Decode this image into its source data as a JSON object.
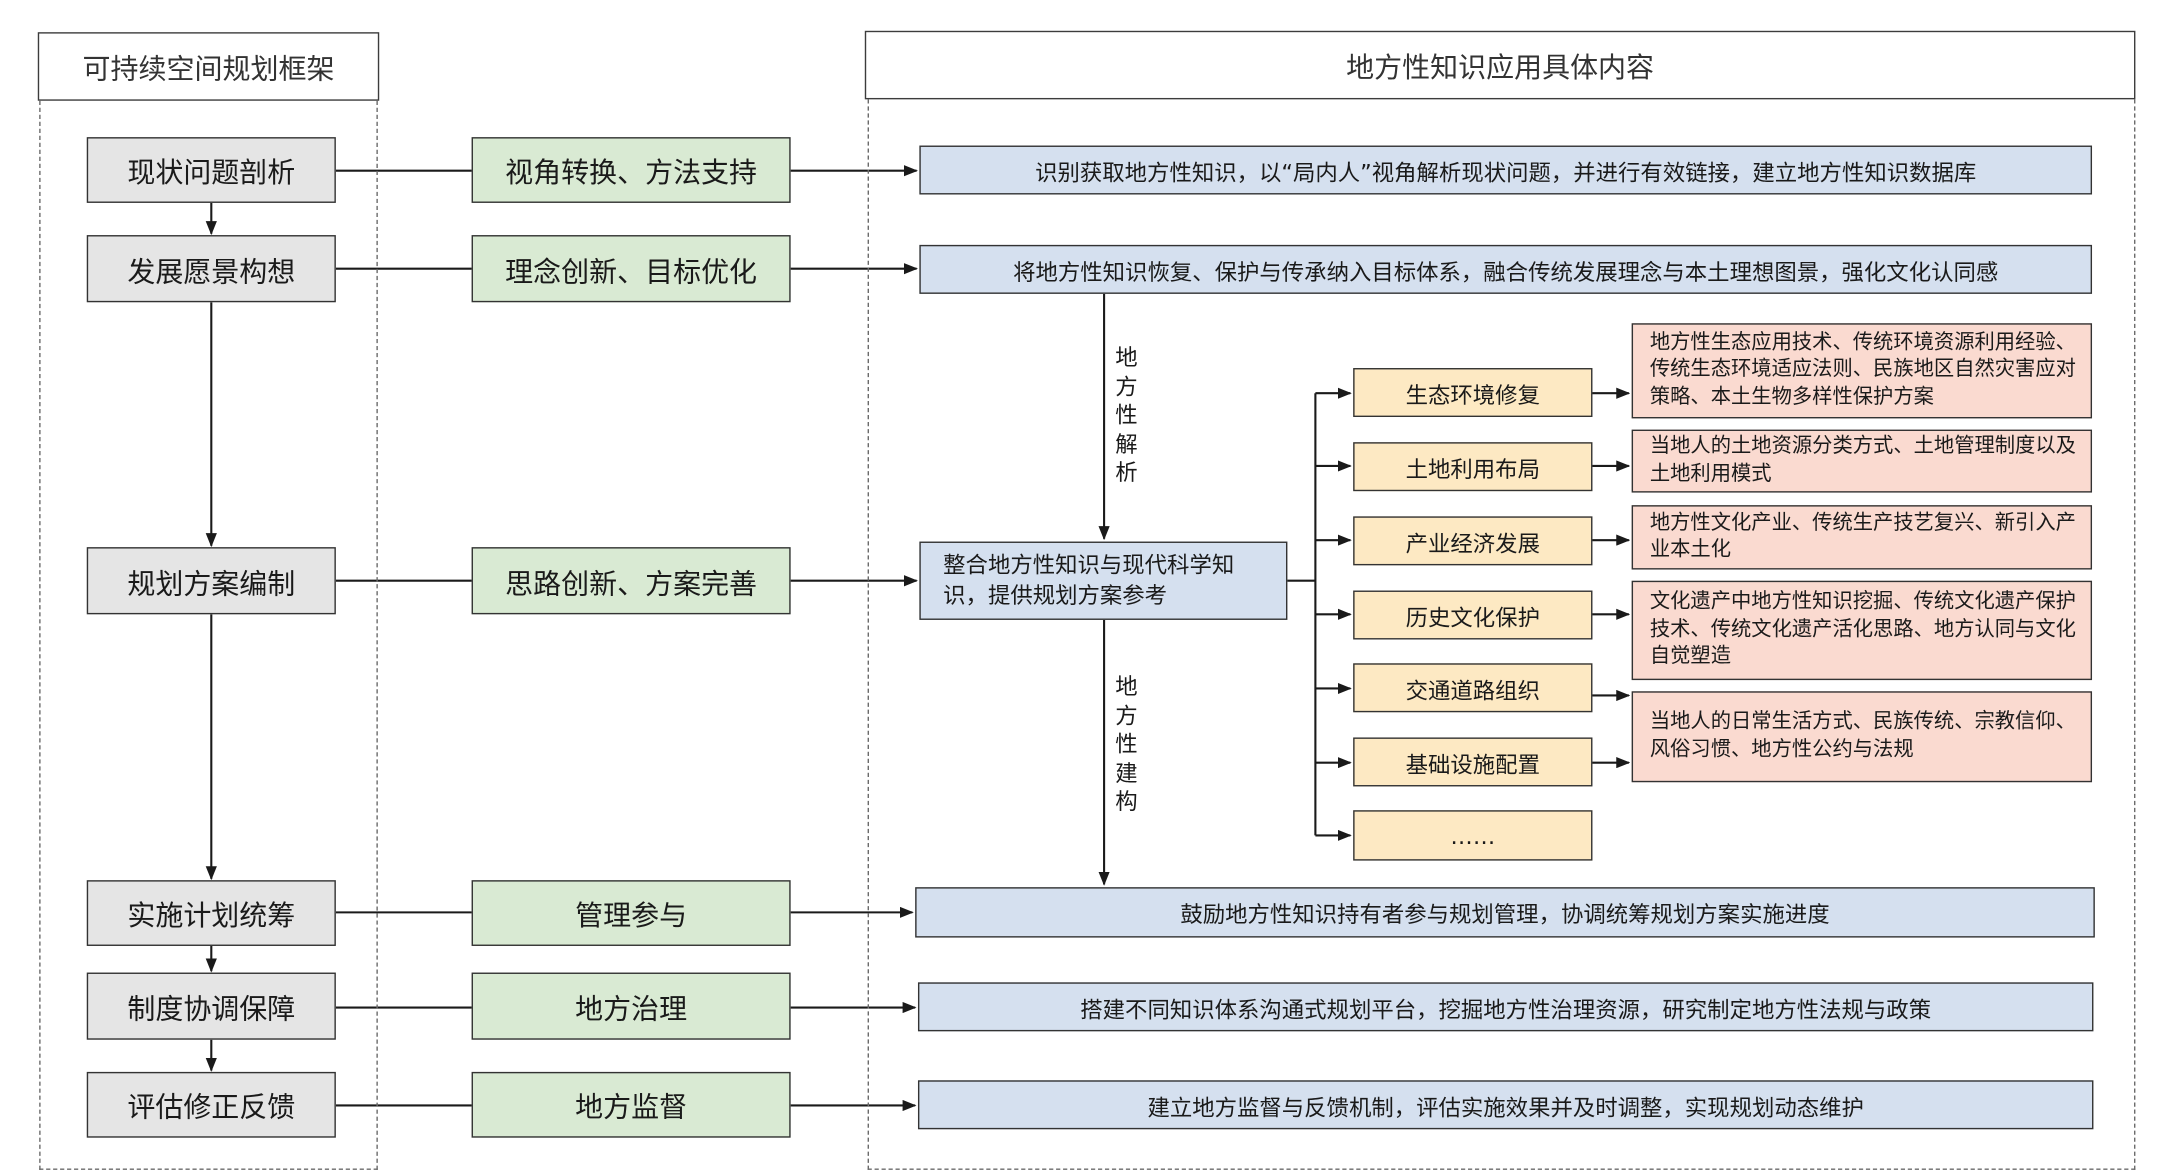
{
  "headers": {
    "left": "可持续空间规划框架",
    "right": "地方性知识应用具体内容"
  },
  "stages": [
    "现状问题剖析",
    "发展愿景构想",
    "规划方案编制",
    "实施计划统筹",
    "制度协调保障",
    "评估修正反馈"
  ],
  "methods": [
    "视角转换、方法支持",
    "理念创新、目标优化",
    "思路创新、方案完善",
    "管理参与",
    "地方治理",
    "地方监督"
  ],
  "contents": [
    "识别获取地方性知识，以“局内人”视角解析现状问题，并进行有效链接，建立地方性知识数据库",
    "将地方性知识恢复、保护与传承纳入目标体系，融合传统发展理念与本土理想图景，强化文化认同感",
    "整合地方性知识与现代科学知识，提供规划方案参考",
    "鼓励地方性知识持有者参与规划管理，协调统筹规划方案实施进度",
    "搭建不同知识体系沟通式规划平台，挖掘地方性治理资源，研究制定地方性法规与政策",
    "建立地方监督与反馈机制，评估实施效果并及时调整，实现规划动态维护"
  ],
  "vertical_labels": {
    "analysis": "地方性解析",
    "construction": "地方性建构"
  },
  "planning_topics": [
    "生态环境修复",
    "土地利用布局",
    "产业经济发展",
    "历史文化保护",
    "交通道路组织",
    "基础设施配置",
    "……"
  ],
  "topic_details": [
    "地方性生态应用技术、传统环境资源利用经验、传统生态环境适应法则、民族地区自然灾害应对策略、本土生物多样性保护方案",
    "当地人的土地资源分类方式、土地管理制度以及土地利用模式",
    "地方性文化产业、传统生产技艺复兴、新引入产业本土化",
    "文化遗产中地方性知识挖掘、传统文化遗产保护技术、传统文化遗产活化思路、地方认同与文化自觉塑造",
    "当地人的日常生活方式、民族传统、宗教信仰、风俗习惯、地方性公约与法规"
  ]
}
